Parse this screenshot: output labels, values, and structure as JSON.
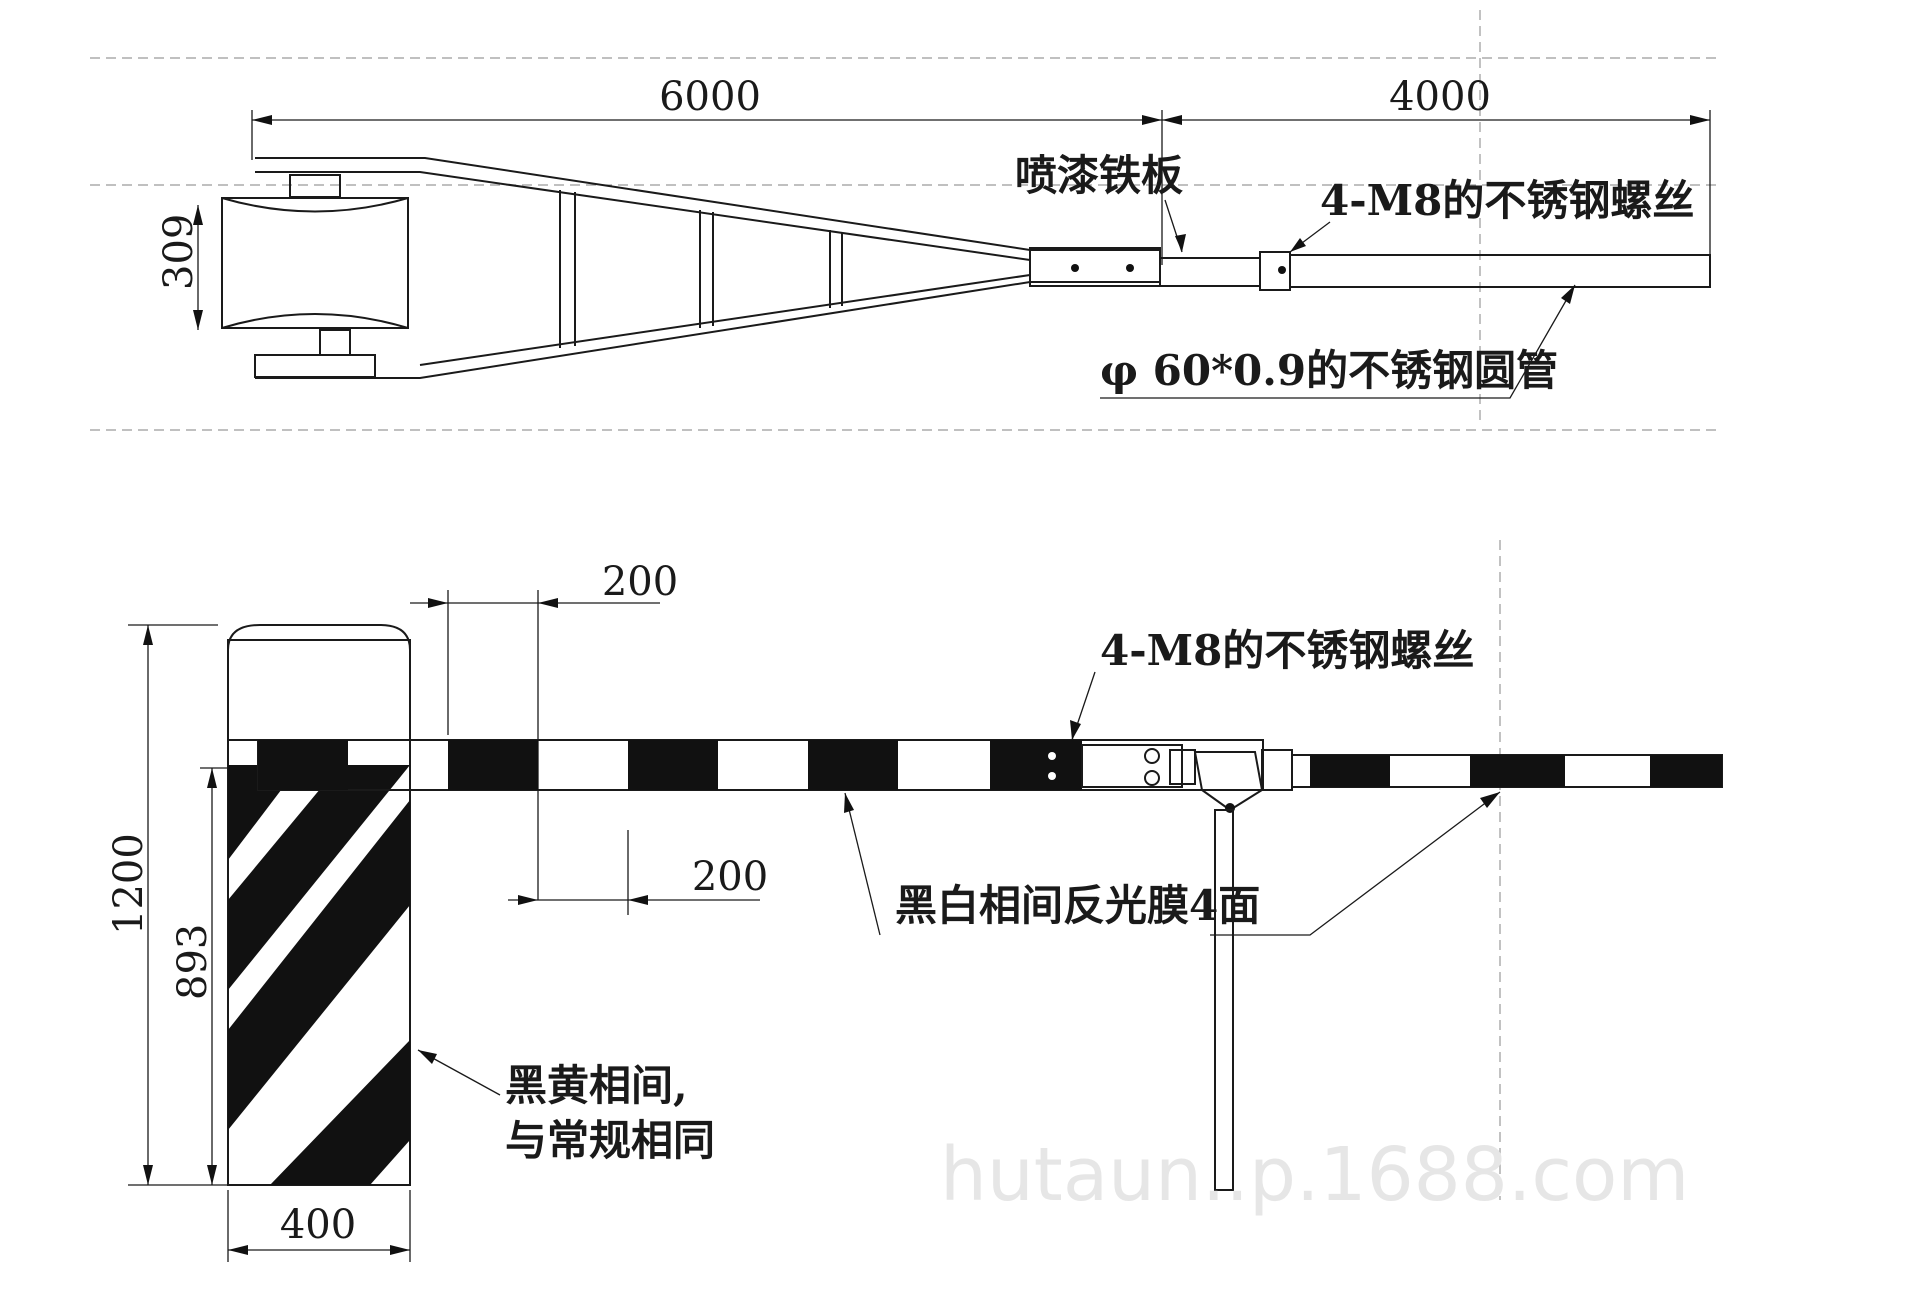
{
  "top_view": {
    "dim_length_a": "6000",
    "dim_length_b": "4000",
    "dim_height": "309",
    "label_plate": "喷漆铁板",
    "label_bolts": "4-M8的不锈钢螺丝",
    "label_tube": "φ 60*0.9的不锈钢圆管"
  },
  "front_view": {
    "dim_width_top": "200",
    "dim_width_bottom": "200",
    "dim_total_height": "1200",
    "dim_arm_height": "893",
    "dim_base_width": "400",
    "label_bolts": "4-M8的不锈钢螺丝",
    "label_film": "黑白相间反光膜4面",
    "label_post_line1": "黑黄相间,",
    "label_post_line2": "与常规相同"
  },
  "watermark": "hutaun..p.1688.com",
  "colors": {
    "ink": "#1a1a1a",
    "stripe": "#111111",
    "paper": "#ffffff"
  }
}
